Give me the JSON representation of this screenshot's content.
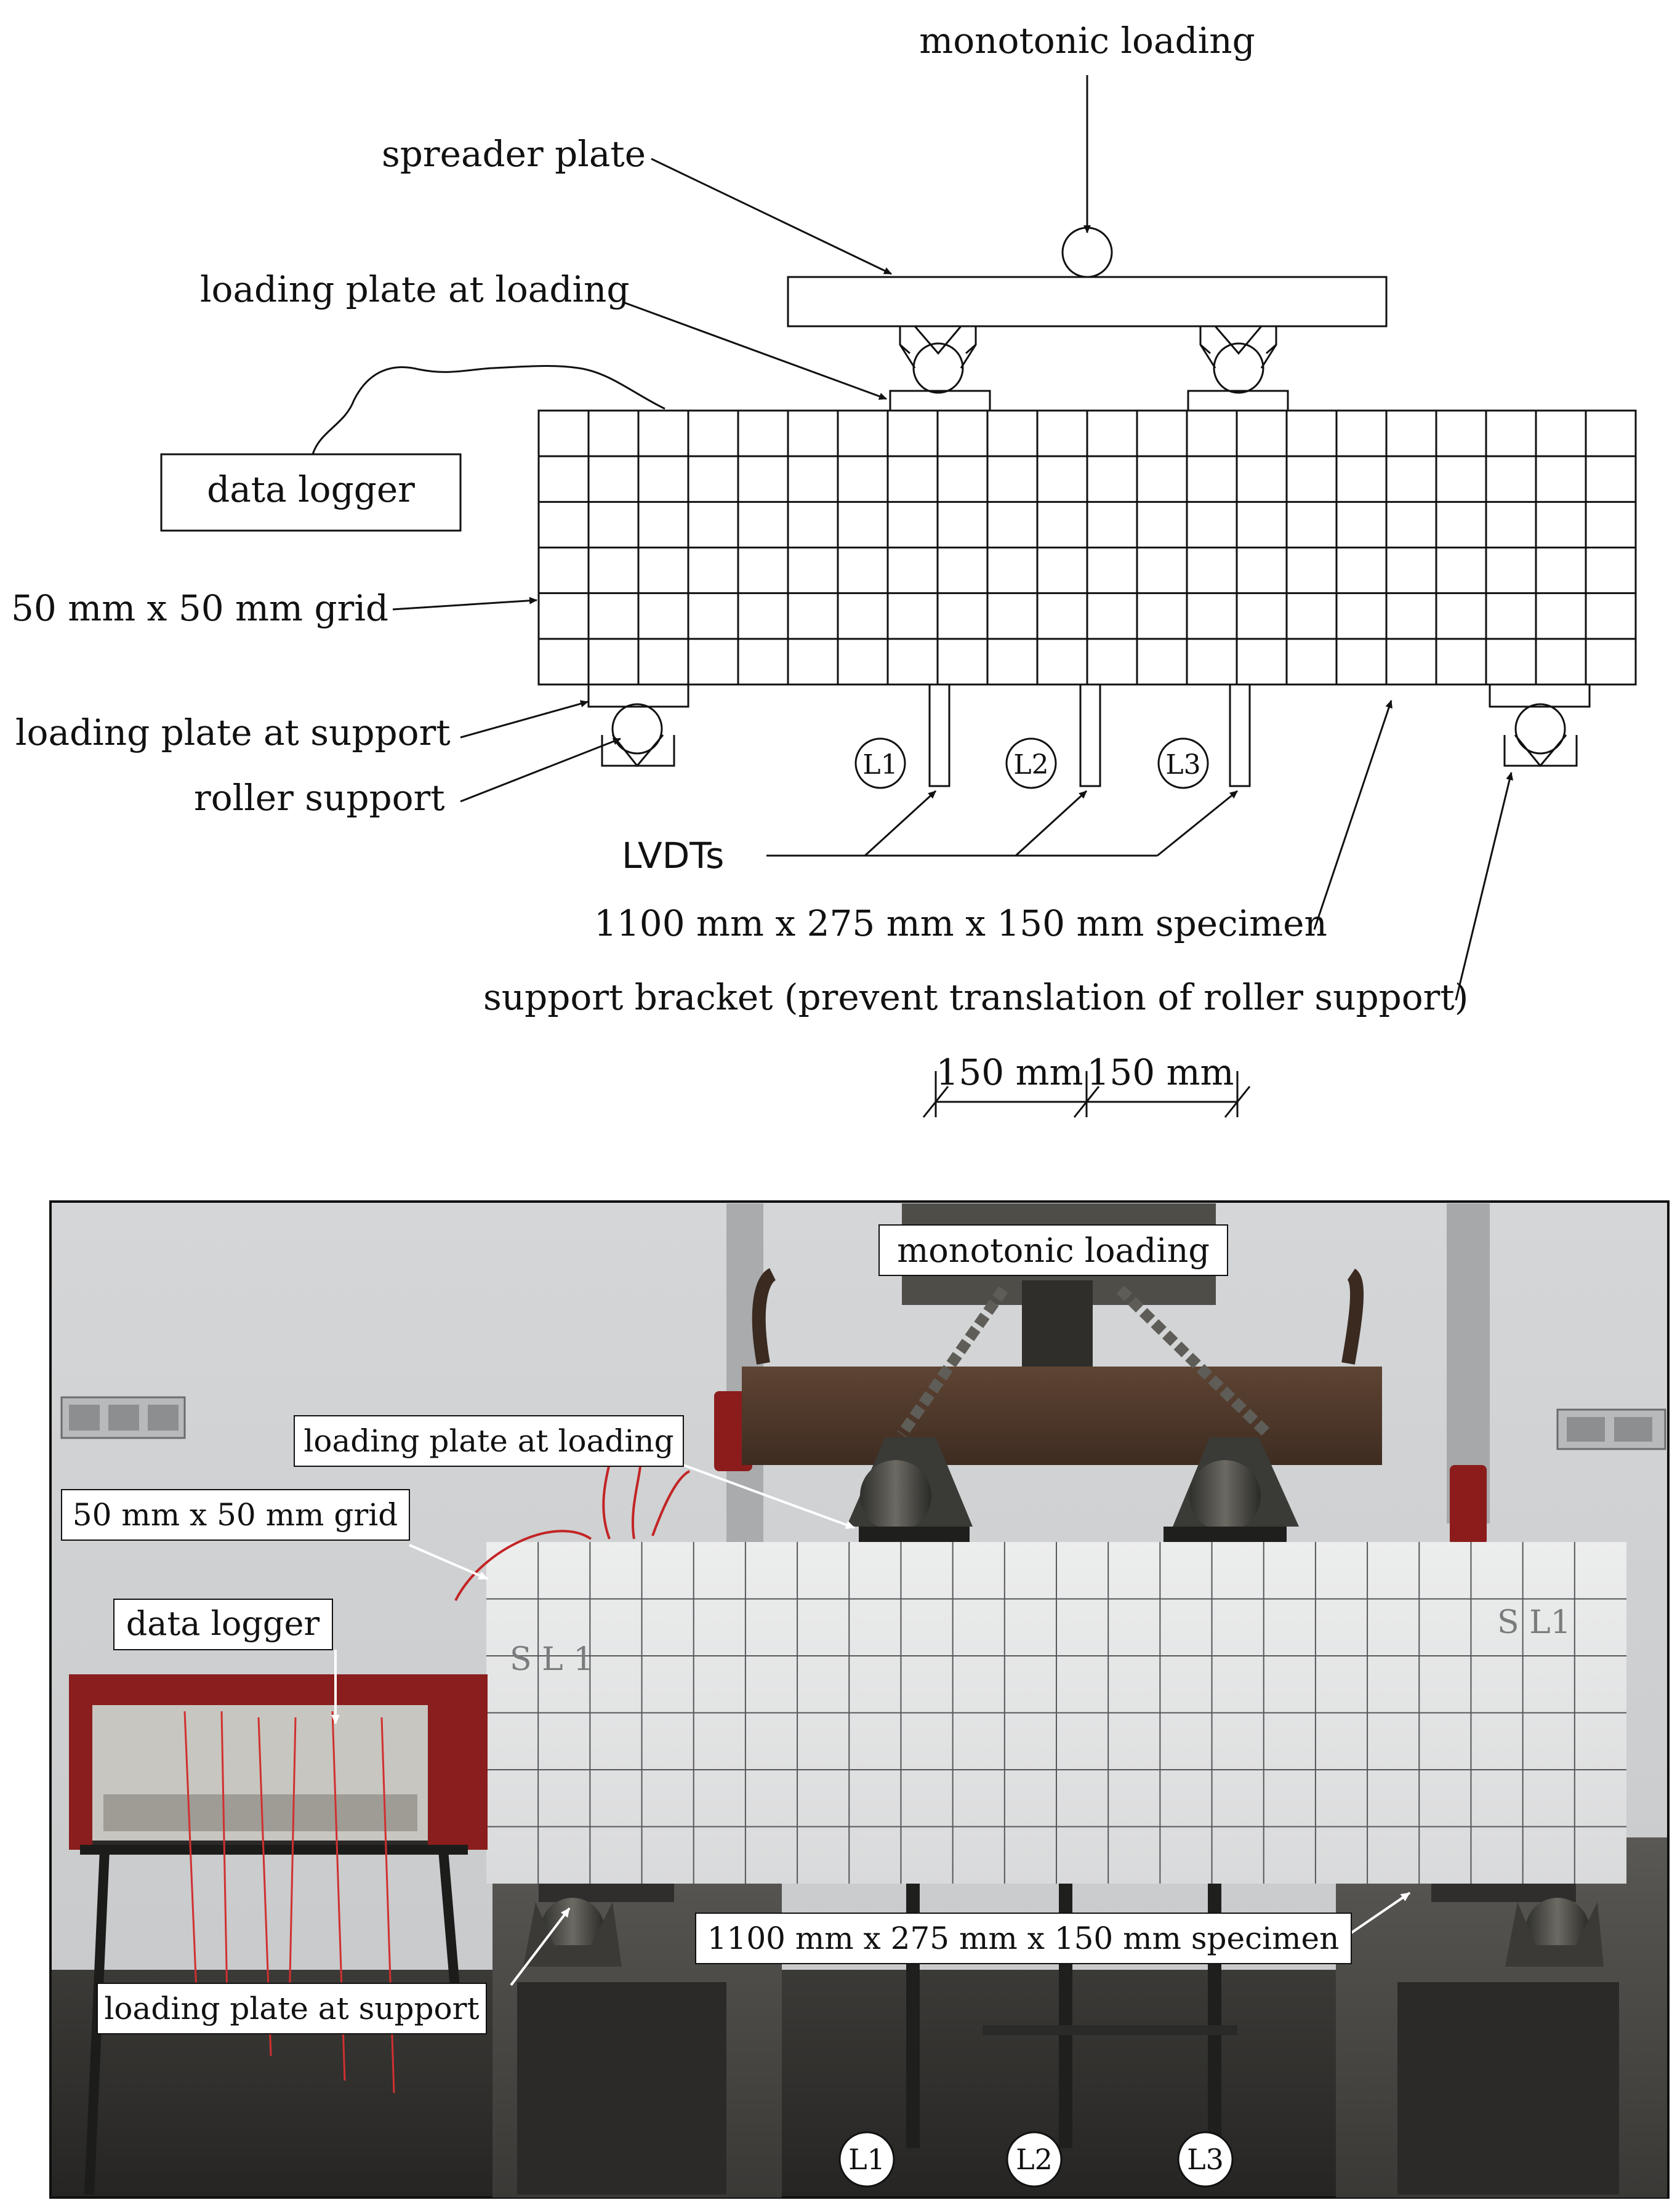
{
  "schematic": {
    "labels": {
      "monotonic_loading": "monotonic loading",
      "spreader_plate": "spreader plate",
      "loading_plate_at_loading": "loading plate at loading",
      "data_logger": "data logger",
      "grid": "50 mm x 50 mm grid",
      "loading_plate_at_support": "loading plate at support",
      "roller_support": "roller support",
      "lvdts": "LVDTs",
      "specimen": "1100 mm x 275 mm x 150 mm specimen",
      "support_bracket": "support bracket (prevent translation of roller support)",
      "dim_left": "150 mm",
      "dim_right": "150 mm"
    },
    "lvdt_tags": [
      "L1",
      "L2",
      "L3"
    ]
  },
  "photo": {
    "labels": {
      "monotonic_loading": "monotonic loading",
      "loading_plate_at_loading": "loading plate at loading",
      "grid": "50 mm x 50 mm grid",
      "data_logger": "data logger",
      "specimen": "1100 mm x 275 mm x 150 mm specimen",
      "loading_plate_at_support": "loading plate at support"
    },
    "specimen_marks": {
      "left": "S L 1",
      "right": "S L1"
    },
    "lvdt_tags": [
      "L1",
      "L2",
      "L3"
    ]
  },
  "grid_cells": {
    "columns": 22,
    "rows": 6
  }
}
